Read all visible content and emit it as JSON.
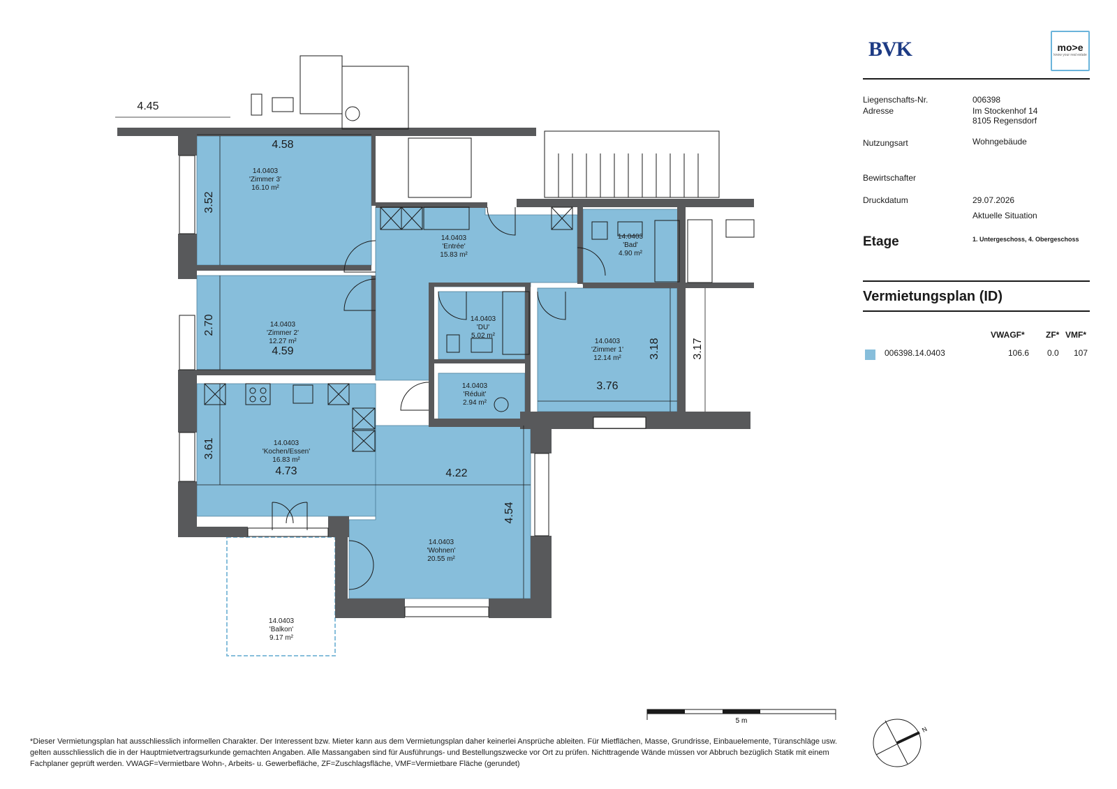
{
  "header": {
    "logo_left": "BVK",
    "logo_right_main": "mo>e",
    "logo_right_sub": "know your real estate"
  },
  "info": {
    "liegenschaft_label": "Liegenschafts-Nr.",
    "liegenschaft_value": "006398",
    "adresse_label": "Adresse",
    "adresse_line1": "Im Stockenhof 14",
    "adresse_line2": "8105 Regensdorf",
    "nutzungsart_label": "Nutzungsart",
    "nutzungsart_value": "Wohngebäude",
    "bewirtschafter_label": "Bewirtschafter",
    "druckdatum_label": "Druckdatum",
    "druckdatum_value": "29.07.2026",
    "situation_value": "Aktuelle Situation",
    "etage_label": "Etage",
    "etage_value": "1. Untergeschoss, 4. Obergeschoss"
  },
  "plan_title": "Vermietungsplan (ID)",
  "table": {
    "headers": [
      "VWAGF*",
      "ZF*",
      "VMF*"
    ],
    "rows": [
      {
        "id": "006398.14.0403",
        "vwagf": "106.6",
        "zf": "0.0",
        "vmf": "107",
        "color": "#87bedb"
      }
    ]
  },
  "rooms": [
    {
      "id": "14.0403",
      "name": "'Zimmer 3'",
      "area": "16.10 m²"
    },
    {
      "id": "14.0403",
      "name": "'Entrée'",
      "area": "15.83 m²"
    },
    {
      "id": "14.0403",
      "name": "'Bad'",
      "area": "4.90 m²"
    },
    {
      "id": "14.0403",
      "name": "'Zimmer 2'",
      "area": "12.27 m²"
    },
    {
      "id": "14.0403",
      "name": "'DU'",
      "area": "5.02 m²"
    },
    {
      "id": "14.0403",
      "name": "'Zimmer 1'",
      "area": "12.14 m²"
    },
    {
      "id": "14.0403",
      "name": "'Réduit'",
      "area": "2.94 m²"
    },
    {
      "id": "14.0403",
      "name": "'Kochen/Essen'",
      "area": "16.83 m²"
    },
    {
      "id": "14.0403",
      "name": "'Wohnen'",
      "area": "20.55 m²"
    },
    {
      "id": "14.0403",
      "name": "'Balkon'",
      "area": "9.17 m²"
    }
  ],
  "dimensions": [
    "4.45",
    "4.58",
    "3.52",
    "2.70",
    "4.59",
    "3.18",
    "3.17",
    "3.76",
    "3.61",
    "4.73",
    "4.22",
    "4.54"
  ],
  "scale_label": "5 m",
  "north_label": "N",
  "colors": {
    "room_fill": "#87bedb",
    "wall": "#58595b"
  },
  "footnote": "*Dieser Vermietungsplan hat ausschliesslich informellen Charakter. Der Interessent bzw. Mieter kann aus dem Vermietungsplan daher keinerlei Ansprüche ableiten. Für Mietflächen, Masse, Grundrisse, Einbauelemente, Türanschläge usw. gelten ausschliesslich die in der Hauptmietvertragsurkunde gemachten Angaben. Alle Massangaben sind für Ausführungs- und Bestellungszwecke vor Ort zu prüfen. Nichttragende Wände müssen vor Abbruch bezüglich Statik mit einem Fachplaner geprüft werden. VWAGF=Vermietbare Wohn-, Arbeits- u. Gewerbefläche, ZF=Zuschlagsfläche, VMF=Vermietbare Fläche (gerundet)"
}
